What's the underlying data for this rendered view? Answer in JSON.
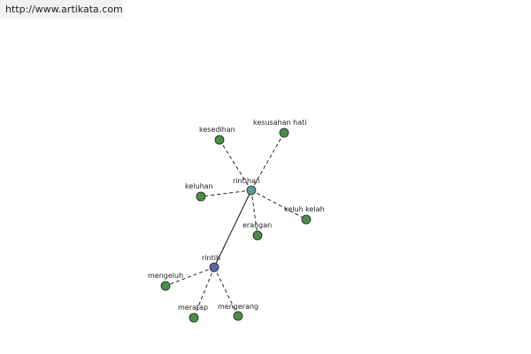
{
  "source_url": "http://www.artikata.com",
  "colors": {
    "leaf_node": "#4e8a4a",
    "primary_node": "#5b62a8",
    "hub_node": "#5b9a96",
    "edge": "#111111"
  },
  "nodes": [
    {
      "id": "rintih",
      "label": "rintih",
      "kind": "primary"
    },
    {
      "id": "rintihan",
      "label": "rintihan",
      "kind": "hub"
    },
    {
      "id": "kesedihan",
      "label": "kesedihan",
      "kind": "leaf"
    },
    {
      "id": "kesusahan_hati",
      "label": "kesusahan hati",
      "kind": "leaf"
    },
    {
      "id": "keluhan",
      "label": "keluhan",
      "kind": "leaf"
    },
    {
      "id": "keluh_kelah",
      "label": "keluh kelah",
      "kind": "leaf"
    },
    {
      "id": "erangan",
      "label": "erangan",
      "kind": "leaf"
    },
    {
      "id": "mengeluh",
      "label": "mengeluh",
      "kind": "leaf"
    },
    {
      "id": "meratap",
      "label": "meratap",
      "kind": "leaf"
    },
    {
      "id": "mengerang",
      "label": "mengerang",
      "kind": "leaf"
    }
  ],
  "edges": [
    {
      "from": "rintih",
      "to": "rintihan",
      "style": "solid"
    },
    {
      "from": "rintihan",
      "to": "kesedihan",
      "style": "dashed"
    },
    {
      "from": "rintihan",
      "to": "kesusahan_hati",
      "style": "dashed"
    },
    {
      "from": "rintihan",
      "to": "keluhan",
      "style": "dashed"
    },
    {
      "from": "rintihan",
      "to": "keluh_kelah",
      "style": "dashed"
    },
    {
      "from": "rintihan",
      "to": "erangan",
      "style": "dashed"
    },
    {
      "from": "rintih",
      "to": "mengeluh",
      "style": "dashed"
    },
    {
      "from": "rintih",
      "to": "meratap",
      "style": "dashed"
    },
    {
      "from": "rintih",
      "to": "mengerang",
      "style": "dashed"
    }
  ]
}
